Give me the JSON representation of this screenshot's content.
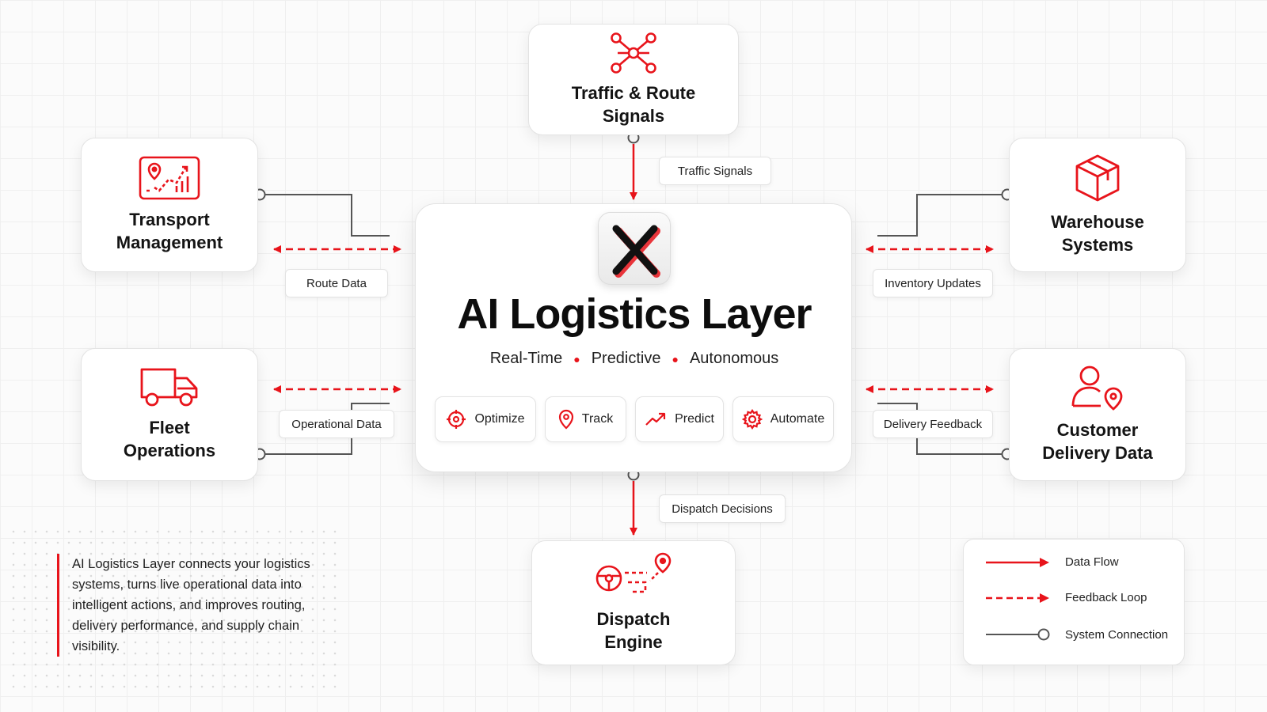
{
  "nodes": {
    "traffic": {
      "title": "Traffic & Route\nSignals",
      "icon": "network-nodes-icon"
    },
    "transport": {
      "title": "Transport\nManagement",
      "icon": "map-chart-icon"
    },
    "warehouse": {
      "title": "Warehouse\nSystems",
      "icon": "box-icon"
    },
    "fleet": {
      "title": "Fleet\nOperations",
      "icon": "truck-icon"
    },
    "customer": {
      "title": "Customer\nDelivery Data",
      "icon": "user-location-icon"
    },
    "dispatch": {
      "title": "Dispatch\nEngine",
      "icon": "steering-route-icon"
    }
  },
  "flow_labels": {
    "traffic_signals": "Traffic Signals",
    "route_data": "Route Data",
    "inventory_updates": "Inventory Updates",
    "operational_data": "Operational Data",
    "delivery_feedback": "Delivery Feedback",
    "dispatch_decisions": "Dispatch Decisions"
  },
  "core": {
    "title": "AI Logistics Layer",
    "tagline": [
      "Real-Time",
      "Predictive",
      "Autonomous"
    ],
    "capabilities": [
      {
        "label": "Optimize",
        "icon": "crosshair-icon"
      },
      {
        "label": "Track",
        "icon": "location-pin-icon"
      },
      {
        "label": "Predict",
        "icon": "trend-up-icon"
      },
      {
        "label": "Automate",
        "icon": "gear-icon"
      }
    ]
  },
  "description": "AI Logistics Layer connects your logistics systems, turns live operational data into intelligent actions, and improves routing, delivery performance, and supply chain visibility.",
  "legend": [
    {
      "label": "Data Flow",
      "style": "solid-arrow"
    },
    {
      "label": "Feedback Loop",
      "style": "dashed-arrow"
    },
    {
      "label": "System Connection",
      "style": "line-circle"
    }
  ],
  "colors": {
    "accent": "#e8141b",
    "connector": "#4a4a4a"
  }
}
